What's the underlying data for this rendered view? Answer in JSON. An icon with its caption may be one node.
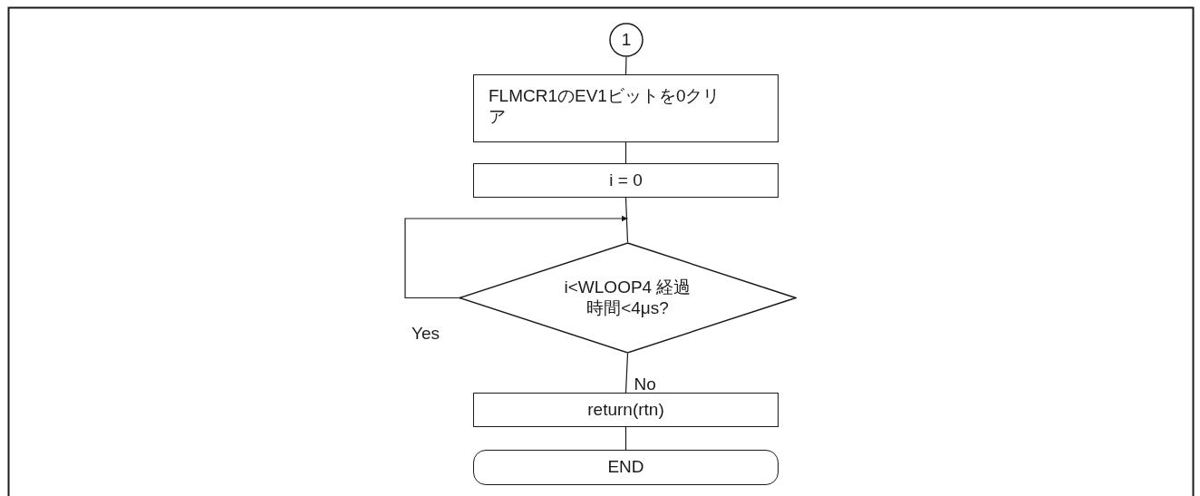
{
  "diagram": {
    "nodes": [
      {
        "text": [
          "1"
        ]
      },
      {
        "text": [
          "FLMCR1のEV1ビットを0クリア"
        ]
      },
      {
        "text": [
          "i = 0"
        ]
      },
      {
        "text": [
          "i<WLOOP4 経過時間<4μs?"
        ]
      },
      {
        "text": [
          "return(rtn)"
        ]
      },
      {
        "text": [
          "END"
        ]
      }
    ],
    "edges": [
      {
        "from": 0,
        "to": 1,
        "arrow": "none"
      },
      {
        "from": 1,
        "to": 2,
        "arrow": "none"
      },
      {
        "from": 2,
        "to": 3,
        "arrow": "none"
      },
      {
        "from": 3,
        "to": 3,
        "arrow": "to",
        "label": "Yes"
      },
      {
        "from": 3,
        "to": 4,
        "arrow": "none",
        "label": "No"
      },
      {
        "from": 4,
        "to": 5,
        "arrow": "none"
      }
    ]
  }
}
